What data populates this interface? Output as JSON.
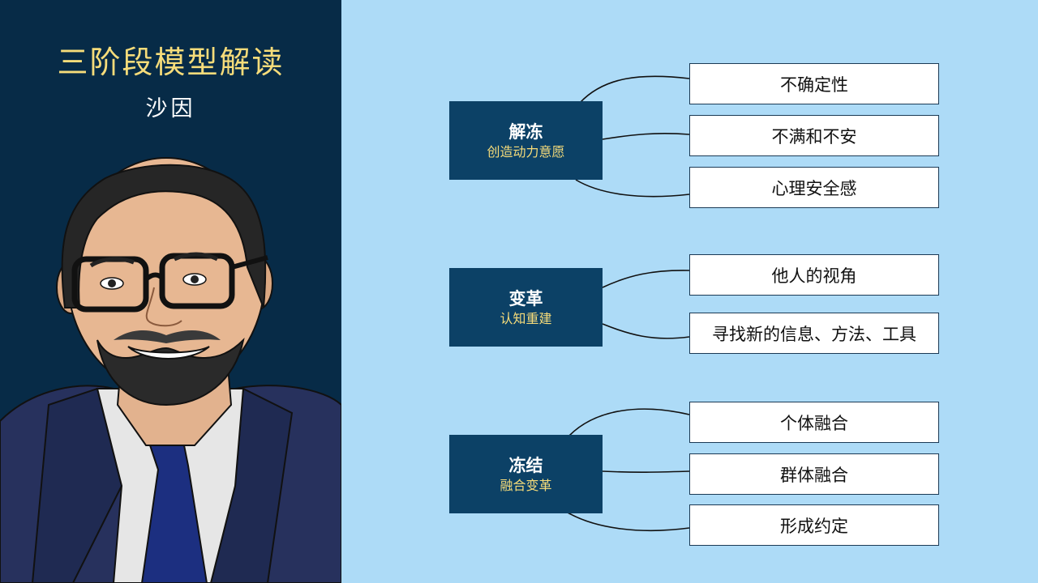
{
  "slide": {
    "title": "三阶段模型解读",
    "subtitle": "沙因"
  },
  "stages": [
    {
      "title": "解冻",
      "subtitle": "创造动力意愿",
      "items": [
        "不确定性",
        "不满和不安",
        "心理安全感"
      ]
    },
    {
      "title": "变革",
      "subtitle": "认知重建",
      "items": [
        "他人的视角",
        "寻找新的信息、方法、工具"
      ]
    },
    {
      "title": "冻结",
      "subtitle": "融合变革",
      "items": [
        "个体融合",
        "群体融合",
        "形成约定"
      ]
    }
  ],
  "colors": {
    "left_panel_bg": "#072b47",
    "main_bg": "#addbf7",
    "stage_box": "#0c4166",
    "accent_gold": "#f6dc7a",
    "item_box": "#ffffff"
  }
}
